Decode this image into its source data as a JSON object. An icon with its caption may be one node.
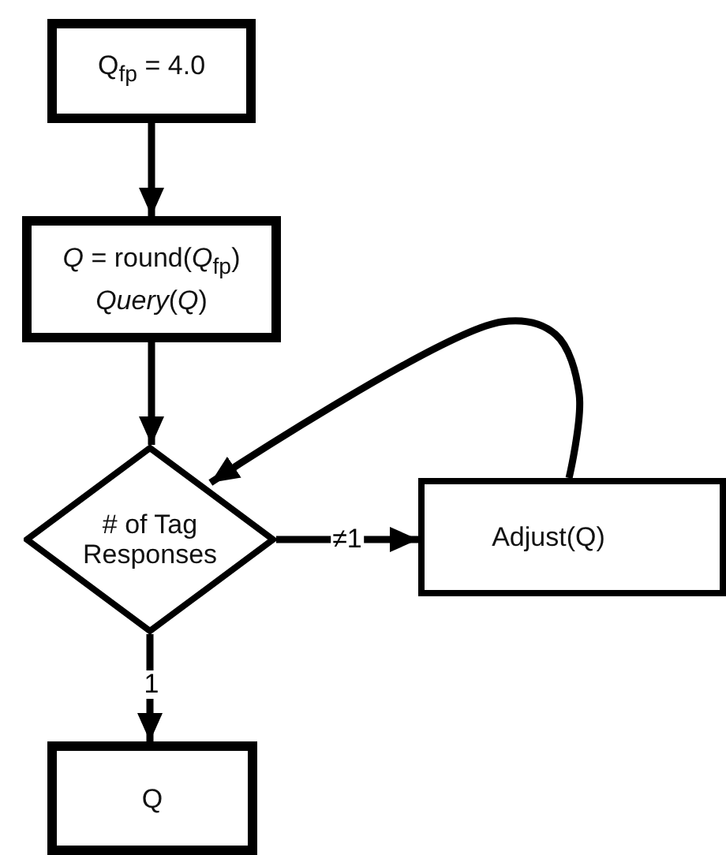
{
  "diagram": {
    "nodes": [
      {
        "text": [
          "Q$_{fp}$ = 4.0"
        ]
      },
      {
        "text": [
          "*Q* = round(*Q*$_{fp}$)",
          "*Query*(*Q*)"
        ]
      },
      {
        "text": [
          "# of Tag Responses"
        ]
      },
      {
        "text": [
          "Adjust(Q)"
        ]
      },
      {
        "text": [
          "Q"
        ]
      }
    ],
    "edges": [
      {
        "from": 0,
        "to": 1,
        "arrow": "to"
      },
      {
        "from": 1,
        "to": 2,
        "arrow": "to"
      },
      {
        "from": 2,
        "to": 3,
        "arrow": "to",
        "label": "≠1"
      },
      {
        "from": 3,
        "to": 2,
        "arrow": "to"
      },
      {
        "from": 2,
        "to": 4,
        "arrow": "to",
        "label": "1"
      }
    ]
  }
}
